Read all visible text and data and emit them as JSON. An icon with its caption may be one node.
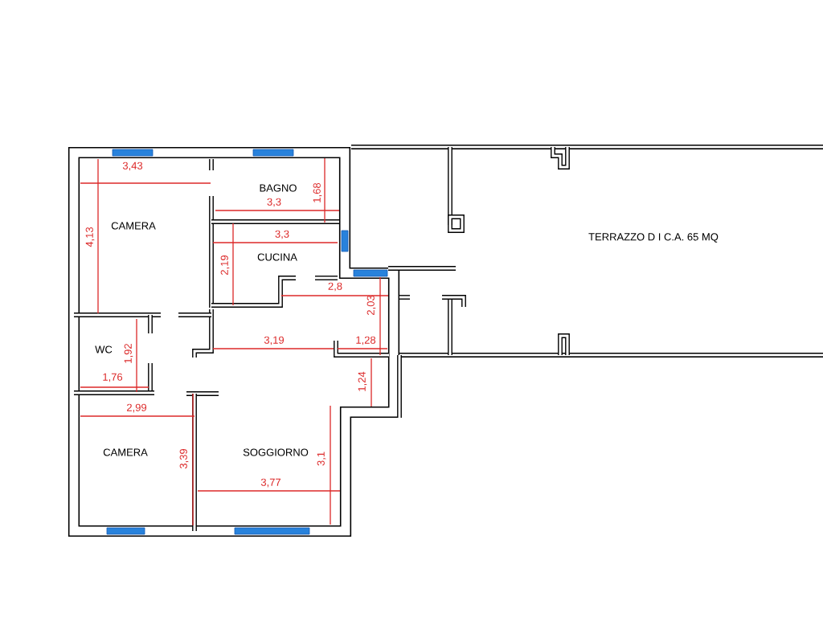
{
  "diagram": {
    "labels": [
      "3,43",
      "BAGNO",
      "1,68",
      "3,3",
      "CAMERA",
      "3,3",
      "4,13",
      "TERRAZZO D I C.A. 65 MQ",
      "CUCINA",
      "2,19",
      "2,8",
      "2,03",
      "3,19",
      "1,28",
      "WC",
      "1,92",
      "1,76",
      "1,24",
      "2,99",
      "CAMERA",
      "SOGGIORNO",
      "3,39",
      "3,1",
      "3,77"
    ]
  }
}
